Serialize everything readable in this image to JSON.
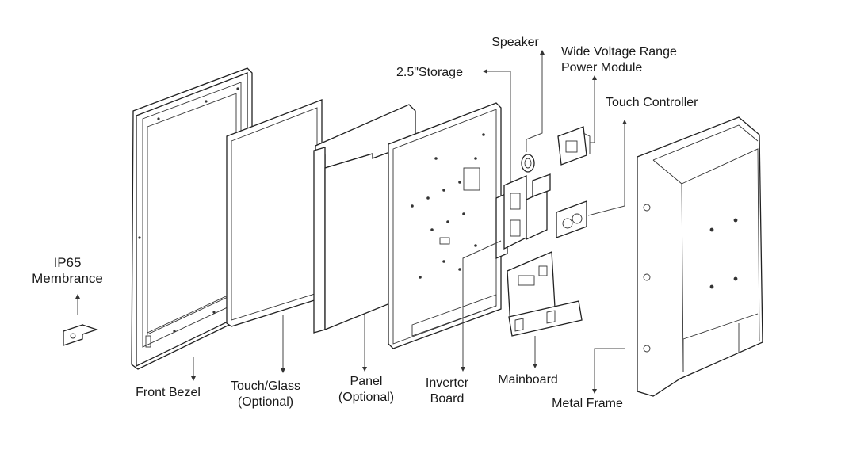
{
  "labels": {
    "speaker": "Speaker",
    "wide_voltage_line1": "Wide Voltage Range",
    "wide_voltage_line2": "Power Module",
    "storage": "2.5\"Storage",
    "touch_controller": "Touch Controller",
    "ip65_line1": "IP65",
    "ip65_line2": "Membrance",
    "front_bezel": "Front Bezel",
    "touch_glass_line1": "Touch/Glass",
    "touch_glass_line2": "(Optional)",
    "panel_line1": "Panel",
    "panel_line2": "(Optional)",
    "inverter_line1": "Inverter",
    "inverter_line2": "Board",
    "mainboard": "Mainboard",
    "metal_frame": "Metal Frame"
  }
}
